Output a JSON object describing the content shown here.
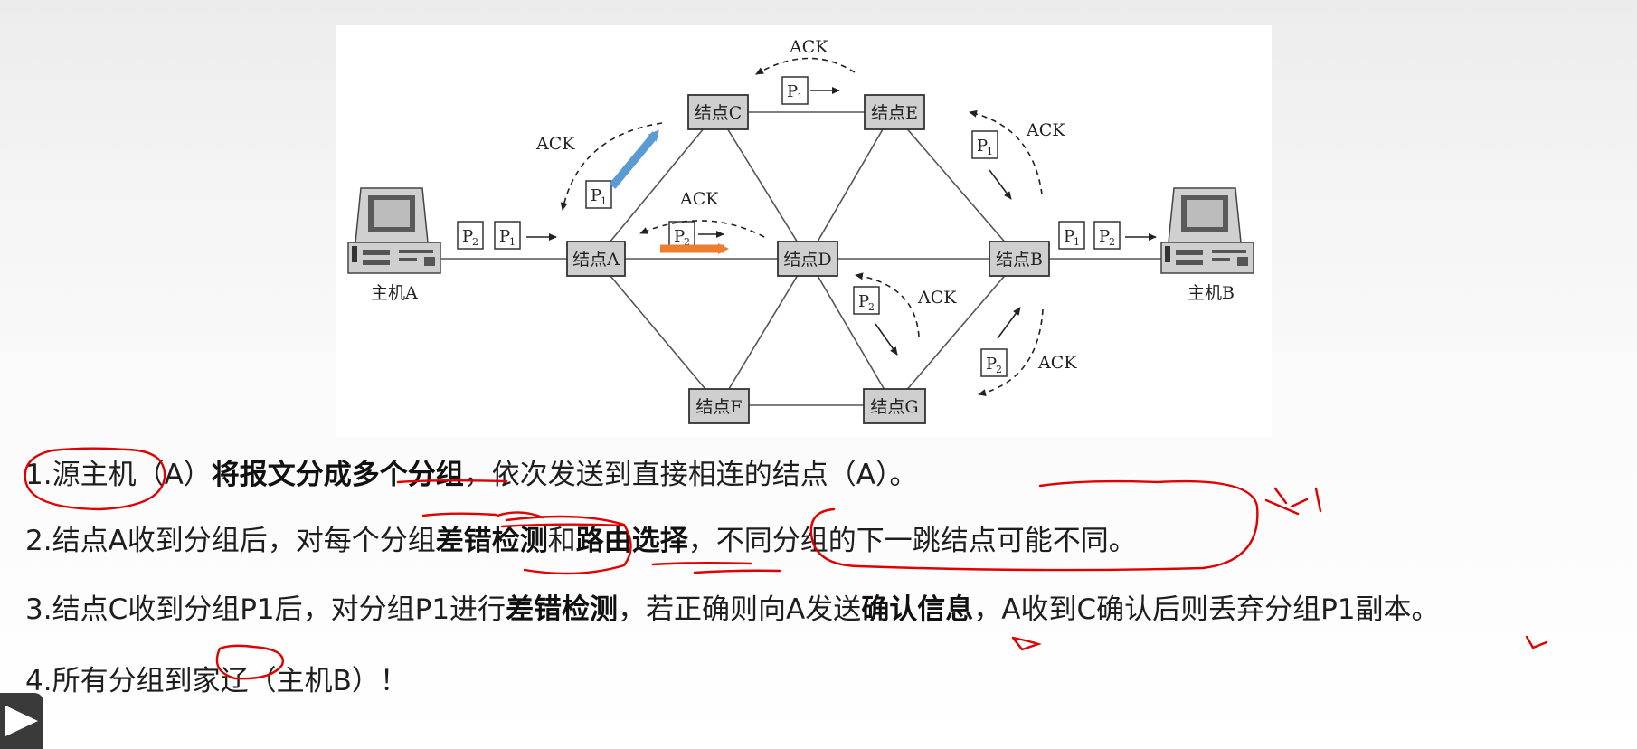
{
  "diagram": {
    "nodes": {
      "A": "结点A",
      "B": "结点B",
      "C": "结点C",
      "D": "结点D",
      "E": "结点E",
      "F": "结点F",
      "G": "结点G"
    },
    "hosts": {
      "left": "主机A",
      "right": "主机B"
    },
    "ack": "ACK",
    "packet_letter": "P",
    "packet_1": "1",
    "packet_2": "2"
  },
  "steps": [
    {
      "num": "1.",
      "parts": [
        "源主机",
        "（A）",
        "将报文分成多个分组",
        "，依次发送到直接相连的结点（A）。"
      ]
    },
    {
      "num": "2.",
      "parts": [
        "结点A收到分组后，对每个分组",
        "差错检测",
        "和",
        "路由选择",
        "，不同分组的下一跳结点可能不同。"
      ]
    },
    {
      "num": "3.",
      "parts": [
        "结点C收到分组P1后，对分组P1进行",
        "差错检测",
        "，若正确则向A发送",
        "确认信息",
        "，A收到C确认后则丢弃分组P1副本。"
      ]
    },
    {
      "num": "4.",
      "parts": [
        "所有分组到家辽",
        "（主机B）！"
      ]
    }
  ],
  "colors": {
    "node_fill": "#cfcfcf",
    "blue_arrow": "#5b9bd5",
    "orange_arrow": "#ed7d31",
    "annotation": "#e00000"
  },
  "icons": {
    "play": "play-icon",
    "host": "computer-icon"
  }
}
